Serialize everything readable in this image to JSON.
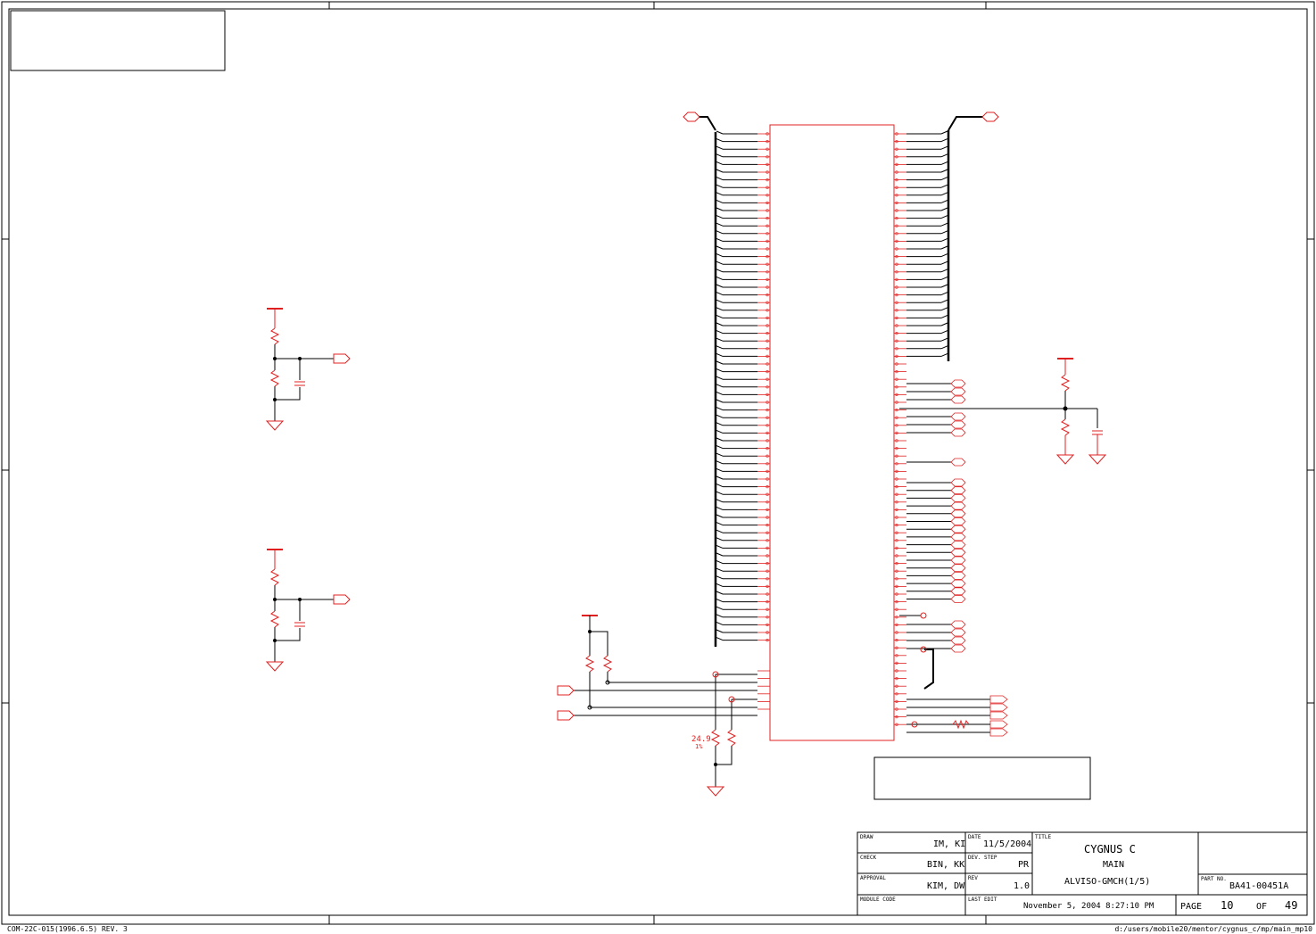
{
  "titleblock": {
    "draw_label": "DRAW",
    "draw_value": "IM, KI",
    "date_label": "DATE",
    "date_value": "11/5/2004",
    "title_label": "TITLE",
    "title_line1": "CYGNUS C",
    "title_line2": "MAIN",
    "title_line3": "ALVISO-GMCH(1/5)",
    "check_label": "CHECK",
    "check_value": "BIN, KK",
    "dev_step_label": "DEV. STEP",
    "dev_step_value": "PR",
    "approval_label": "APPROVAL",
    "approval_value": "KIM, DW",
    "rev_label": "REV",
    "rev_value": "1.0",
    "part_no_label": "PART NO.",
    "part_no_value": "BA41-00451A",
    "module_code_label": "MODULE CODE",
    "last_edit_label": "LAST EDIT",
    "last_edit_value": "November 5, 2004  8:27:10 PM",
    "page_label": "PAGE",
    "page_value": "10",
    "of_label": "OF",
    "total_pages": "49"
  },
  "footer": {
    "form_id": "COM-22C-015(1996.6.5) REV. 3",
    "file_path": "d:/users/mobile20/mentor/cygnus_c/mp/main_mp10"
  },
  "schematic": {
    "resistor_value": "24.9",
    "resistor_tolerance": "1%",
    "colors": {
      "component": "#e02020",
      "wire": "#000000",
      "border": "#000000"
    }
  }
}
